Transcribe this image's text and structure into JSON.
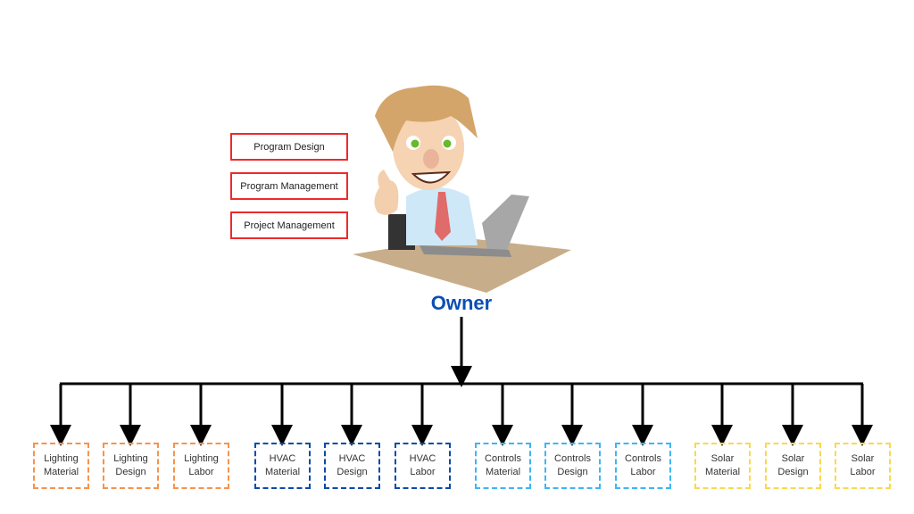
{
  "services": [
    "Program Design",
    "Program Management",
    "Project Management"
  ],
  "owner_label": "Owner",
  "groups": [
    {
      "color": "#f7934c",
      "items": [
        [
          "Lighting",
          "Material"
        ],
        [
          "Lighting",
          "Design"
        ],
        [
          "Lighting",
          "Labor"
        ]
      ]
    },
    {
      "color": "#0b4aa8",
      "items": [
        [
          "HVAC",
          "Material"
        ],
        [
          "HVAC",
          "Design"
        ],
        [
          "HVAC",
          "Labor"
        ]
      ]
    },
    {
      "color": "#3fb5f5",
      "items": [
        [
          "Controls",
          "Material"
        ],
        [
          "Controls",
          "Design"
        ],
        [
          "Controls",
          "Labor"
        ]
      ]
    },
    {
      "color": "#f9d94e",
      "items": [
        [
          "Solar",
          "Material"
        ],
        [
          "Solar",
          "Design"
        ],
        [
          "Solar",
          "Labor"
        ]
      ]
    }
  ]
}
